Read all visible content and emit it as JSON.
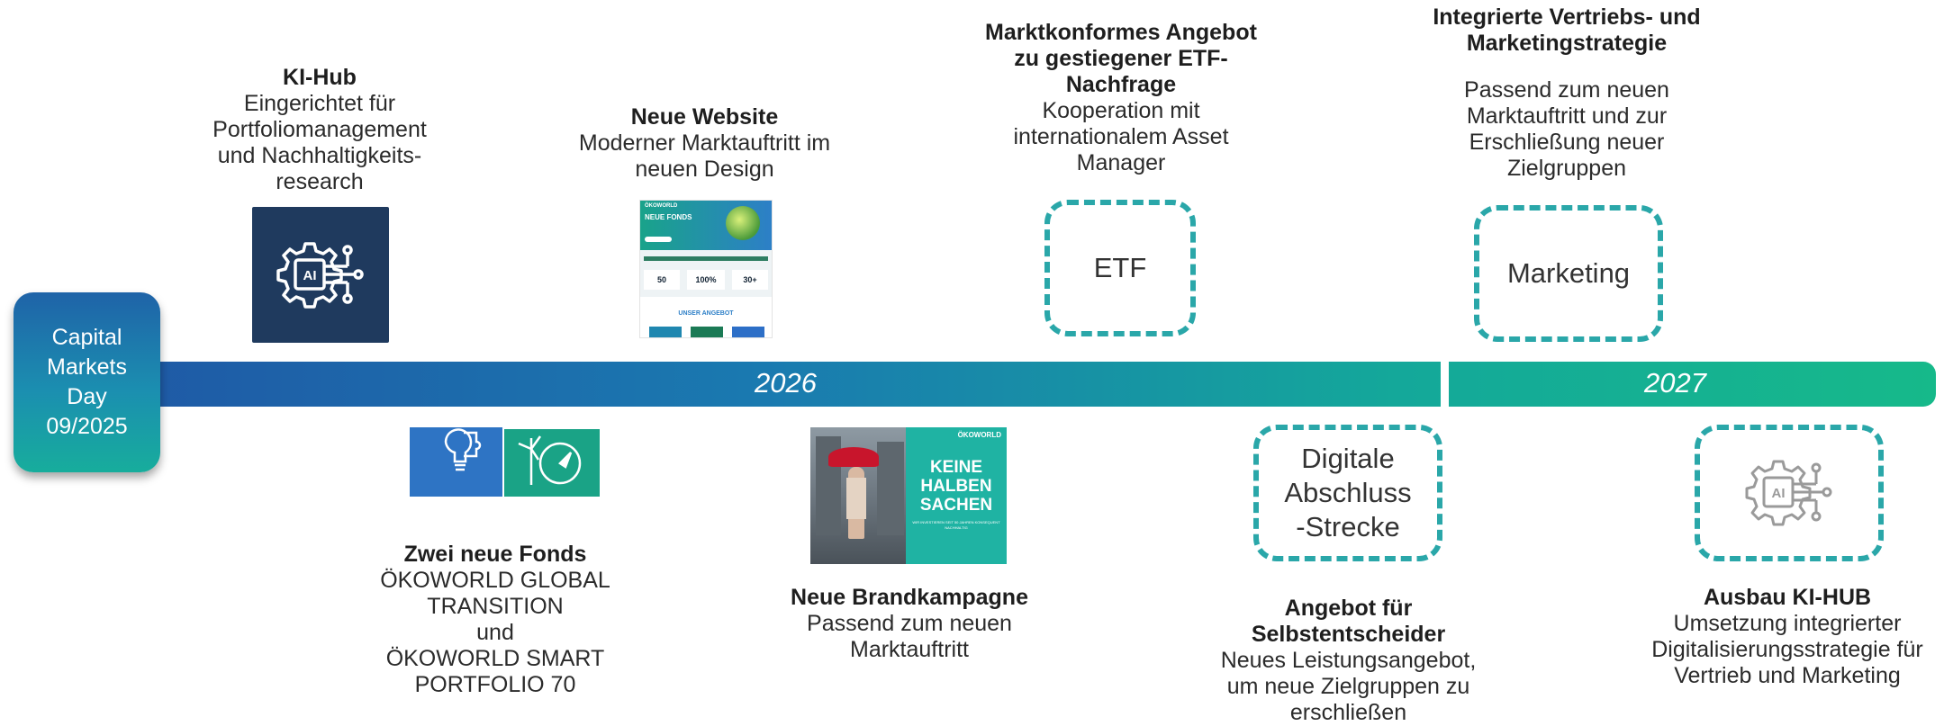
{
  "start": {
    "lines": [
      "Capital",
      "Markets",
      "Day",
      "09/2025"
    ]
  },
  "years": [
    "2026",
    "2027"
  ],
  "milestones": {
    "kihub": {
      "title": "KI-Hub",
      "lines": [
        "Eingerichtet für",
        "Portfoliomanagement",
        "und Nachhaltigkeits-",
        "research"
      ],
      "icon_label": "AI"
    },
    "website": {
      "title": "Neue Website",
      "lines": [
        "Moderner Marktauftritt im",
        "neuen Design"
      ],
      "thumb": {
        "brand": "ÖKOWORLD",
        "headline": "NEUE FONDS",
        "stats": [
          "50",
          "100%",
          "30+"
        ],
        "offer": "UNSER ANGEBOT"
      }
    },
    "etf": {
      "title_lines": [
        "Marktkonformes Angebot",
        "zu gestiegener ETF-",
        "Nachfrage"
      ],
      "lines": [
        "Kooperation mit",
        "internationalem Asset",
        "Manager"
      ],
      "box": "ETF"
    },
    "marketing": {
      "title_lines": [
        "Integrierte Vertriebs- und",
        "Marketingstrategie"
      ],
      "lines": [
        "Passend zum neuen",
        "Marktauftritt und zur",
        "Erschließung neuer",
        "Zielgruppen"
      ],
      "box": "Marketing"
    },
    "fonds": {
      "title": "Zwei neue Fonds",
      "lines": [
        "ÖKOWORLD GLOBAL",
        "TRANSITION",
        "und",
        "ÖKOWORLD SMART",
        "PORTFOLIO 70"
      ]
    },
    "brand": {
      "title": "Neue Brandkampagne",
      "lines": [
        "Passend zum neuen",
        "Marktauftritt"
      ],
      "image": {
        "logo": "ÖKOWORLD",
        "slogan": [
          "KEINE",
          "HALBEN",
          "SACHEN"
        ],
        "sub": "WIR INVESTIEREN SEIT 50 JAHREN KONSEQUENT NACHHALTIG"
      }
    },
    "digital": {
      "box_lines": [
        "Digitale",
        "Abschluss",
        "-Strecke"
      ],
      "title_lines": [
        "Angebot für",
        "Selbstentscheider"
      ],
      "lines": [
        "Neues Leistungsangebot,",
        "um neue Zielgruppen zu",
        "erschließen"
      ]
    },
    "kihub2": {
      "title": "Ausbau KI-HUB",
      "lines": [
        "Umsetzung integrierter",
        "Digitalisierungsstrategie für",
        "Vertrieb und Marketing"
      ],
      "icon_label": "AI"
    }
  },
  "colors": {
    "timeline_start": "#1f5aa6",
    "timeline_end": "#16b98a",
    "dash": "#2aa7a9",
    "kihub_tile": "#1f3a5e"
  }
}
